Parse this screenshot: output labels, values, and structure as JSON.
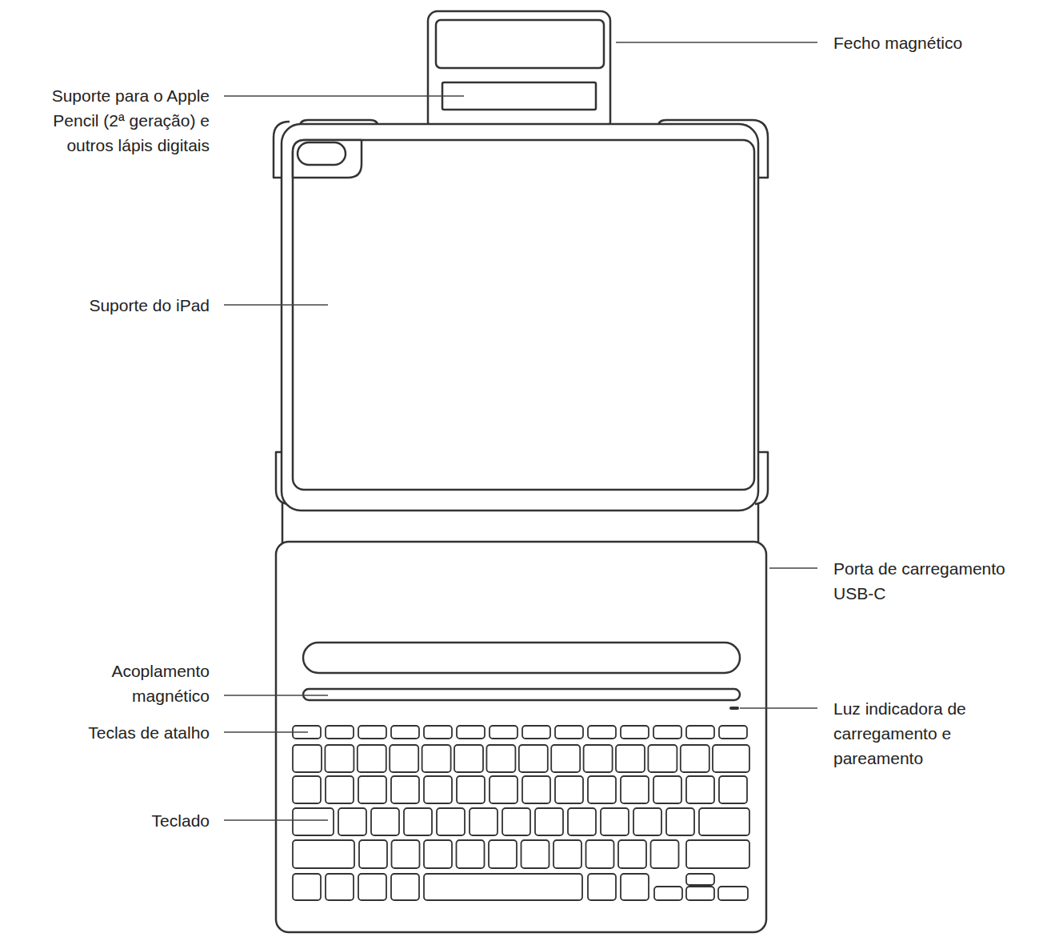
{
  "diagram": {
    "labels": [
      "Fecho magnético",
      "Suporte para o Apple Pencil (2ª geração) e outros lápis digitais",
      "Suporte do iPad",
      "Porta de carregamento USB-C",
      "Acoplamento magnético",
      "Luz indicadora de carregamento e pareamento",
      "Teclas de atalho",
      "Teclado"
    ]
  }
}
